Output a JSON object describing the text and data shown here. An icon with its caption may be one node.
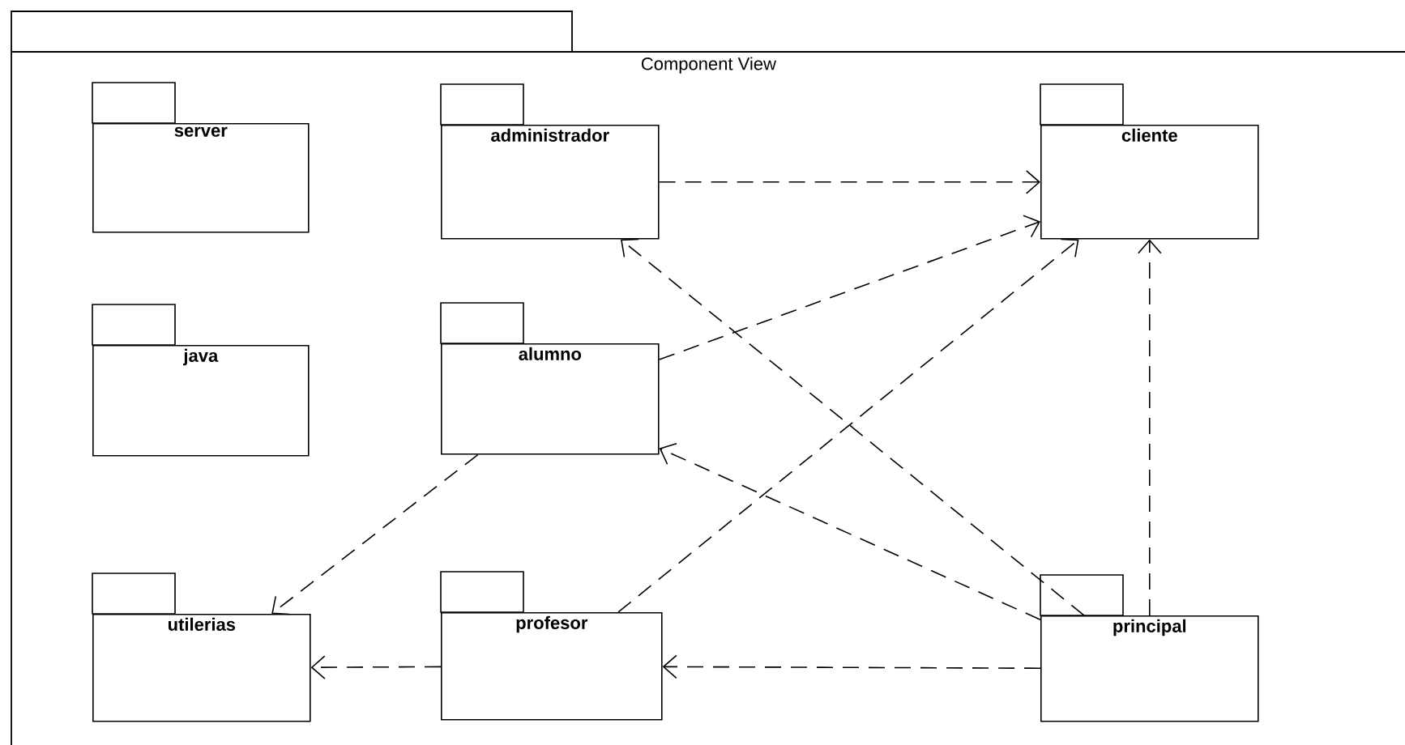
{
  "diagram": {
    "nodes": [
      {
        "text": [
          "Component View"
        ]
      },
      {
        "text": [
          "server"
        ],
        "in": 0
      },
      {
        "text": [
          "administrador"
        ],
        "in": 0
      },
      {
        "text": [
          "cliente"
        ],
        "in": 0
      },
      {
        "text": [
          "java"
        ],
        "in": 0
      },
      {
        "text": [
          "alumno"
        ],
        "in": 0
      },
      {
        "text": [
          "utilerias"
        ],
        "in": 0
      },
      {
        "text": [
          "profesor"
        ],
        "in": 0
      },
      {
        "text": [
          "principal"
        ],
        "in": 0
      }
    ],
    "edges": [
      {
        "from": 2,
        "to": 3,
        "arrow": "to",
        "style": "dashed"
      },
      {
        "from": 5,
        "to": 3,
        "arrow": "to",
        "style": "dashed"
      },
      {
        "from": 7,
        "to": 3,
        "arrow": "to",
        "style": "dashed"
      },
      {
        "from": 8,
        "to": 3,
        "arrow": "to",
        "style": "dashed"
      },
      {
        "from": 8,
        "to": 2,
        "arrow": "to",
        "style": "dashed"
      },
      {
        "from": 8,
        "to": 5,
        "arrow": "to",
        "style": "dashed"
      },
      {
        "from": 8,
        "to": 7,
        "arrow": "to",
        "style": "dashed"
      },
      {
        "from": 7,
        "to": 6,
        "arrow": "to",
        "style": "dashed"
      },
      {
        "from": 5,
        "to": 6,
        "arrow": "to",
        "style": "dashed"
      }
    ]
  }
}
